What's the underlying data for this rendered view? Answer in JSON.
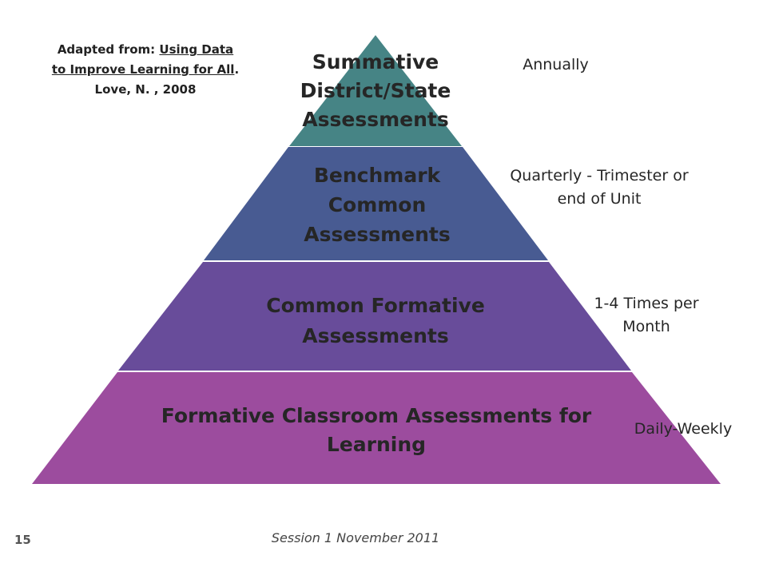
{
  "citation": {
    "prefix": "Adapted from: ",
    "title": "Using Data to Improve Learning for All",
    "suffix": ". Love, N. , 2008"
  },
  "pyramid": {
    "tiers": [
      {
        "label": "Summative District/State Assessments",
        "color": "#468485",
        "frequency": "Annually"
      },
      {
        "label": "Benchmark Common Assessments",
        "color": "#485b92",
        "frequency": "Quarterly - Trimester or end of Unit"
      },
      {
        "label": "Common  Formative Assessments",
        "color": "#684c9a",
        "frequency": "1-4 Times per Month"
      },
      {
        "label": "Formative Classroom Assessments for Learning",
        "color": "#9c4c9e",
        "frequency": "Daily-Weekly"
      }
    ]
  },
  "footer": {
    "slide_number": "15",
    "session": "Session 1 November 2011"
  }
}
